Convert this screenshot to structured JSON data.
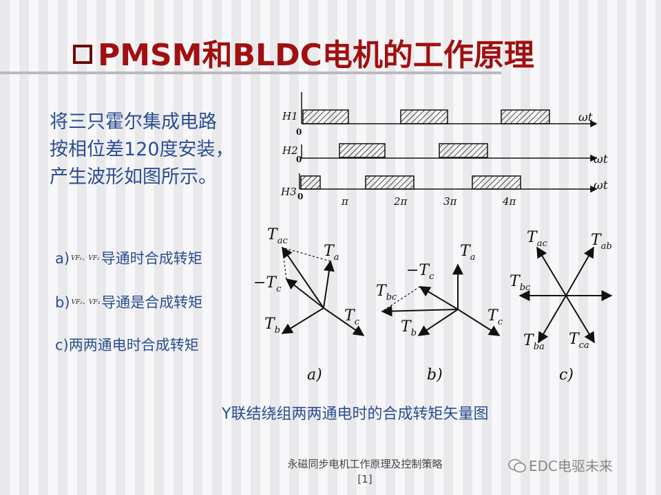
{
  "title": "PMSM和BLDC电机的工作原理",
  "intro": [
    "将三只霍尔集成电路",
    "按相位差120度安装，",
    "产生波形如图所示。"
  ],
  "desc": [
    {
      "label": "a)",
      "sub": "VF₁、VF₂",
      "text": "导通时合成转矩"
    },
    {
      "label": "b)",
      "sub": "VF₂、VF₃",
      "text": "导通是合成转矩"
    },
    {
      "label": "c)",
      "text": "两两通电时合成转矩"
    }
  ],
  "waveform": {
    "rows": [
      "H1",
      "H2",
      "H3"
    ],
    "axis_label": "ωt",
    "zero": "0",
    "ticks": [
      "π",
      "2π",
      "3π",
      "4π"
    ]
  },
  "vector_labels": {
    "a": {
      "Tac": "T_ac",
      "Ta": "T_a",
      "negTc": "−T_c",
      "Tb": "T_b",
      "Tc": "T_c"
    },
    "b": {
      "negTc": "−T_c",
      "Ta": "T_a",
      "Tbc": "T_bc",
      "Tb": "T_b",
      "Tc": "T_c"
    },
    "c": {
      "Tac": "T_ac",
      "Tab": "T_ab",
      "Tbc": "T_bc",
      "Tba": "T_ba",
      "Tca": "T_ca"
    }
  },
  "diagram_letters": [
    "a)",
    "b)",
    "c)"
  ],
  "caption": "Y联结绕组两两通电时的合成转矩矢量图",
  "footer": [
    "永磁同步电机工作原理及控制策略",
    "[1]"
  ],
  "watermark": "EDC电驱未来",
  "colors": {
    "title": "#a01010",
    "body_text": "#2a4d8f"
  }
}
